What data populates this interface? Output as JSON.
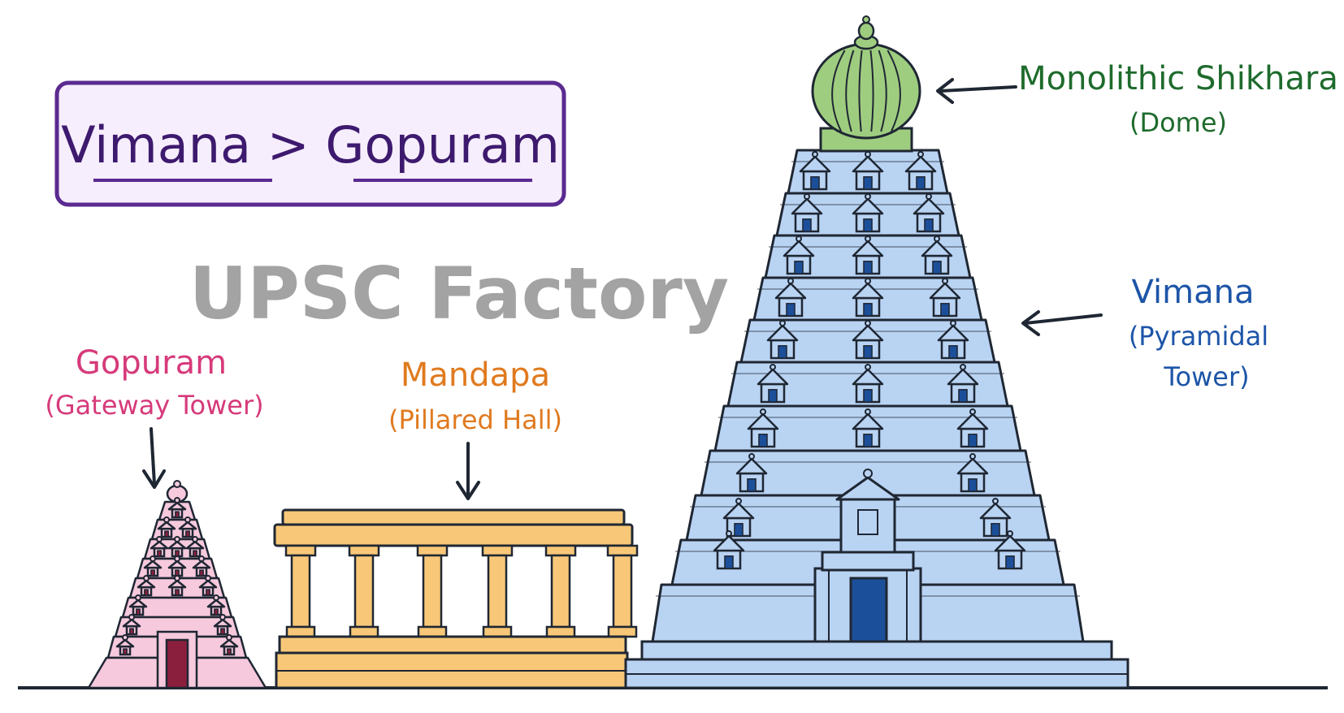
{
  "title": {
    "text": "Vimana > Gopuram"
  },
  "watermark": "UPSC Factory",
  "labels": {
    "shikhara": {
      "main": "Monolithic Shikhara",
      "sub": "(Dome)"
    },
    "vimana": {
      "main": "Vimana",
      "sub1": "(Pyramidal",
      "sub2": "Tower)"
    },
    "gopuram": {
      "main": "Gopuram",
      "sub": "(Gateway Tower)"
    },
    "mandapa": {
      "main": "Mandapa",
      "sub": "(Pillared Hall)"
    }
  },
  "colors": {
    "title_border": "#5a2a90",
    "title_fill": "#f6eefc",
    "title_text": "#3d1a6e",
    "shikhara_label": "#1e6b2c",
    "vimana_label": "#1d55a8",
    "gopuram_label": "#d63a7a",
    "mandapa_label": "#e07a1f",
    "vimana_fill": "#b9d3f3",
    "dome_fill": "#9fcd80",
    "mandapa_fill": "#f8c878",
    "gopuram_fill": "#f7c9dd",
    "gopuram_door": "#8a1f3d",
    "vimana_door": "#1c4f99",
    "outline": "#1f2733"
  }
}
